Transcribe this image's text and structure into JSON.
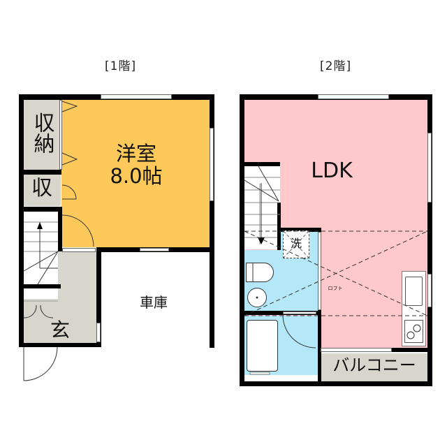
{
  "floors": [
    {
      "label": "[1階]",
      "rooms": {
        "western": {
          "name": "洋室",
          "size": "8.0帖",
          "color": "#FDC95B"
        },
        "storage_large": {
          "name": "収納",
          "color": "#D8D6CC"
        },
        "storage_small": {
          "name": "収",
          "color": "#D8D6CC"
        },
        "entrance": {
          "name": "玄",
          "color": "#D8D6CC"
        },
        "garage": {
          "name": "車庫",
          "color": "#FFFFFF"
        }
      }
    },
    {
      "label": "[2階]",
      "rooms": {
        "ldk": {
          "name": "LDK",
          "color": "#FFC8CB"
        },
        "laundry": {
          "name": "洗",
          "color": "#B4E8F8"
        },
        "loft": {
          "name": "ロフト"
        },
        "balcony": {
          "name": "バルコニー",
          "color": "#D8D6CC"
        },
        "bath_color": "#B4E8F8"
      }
    }
  ]
}
